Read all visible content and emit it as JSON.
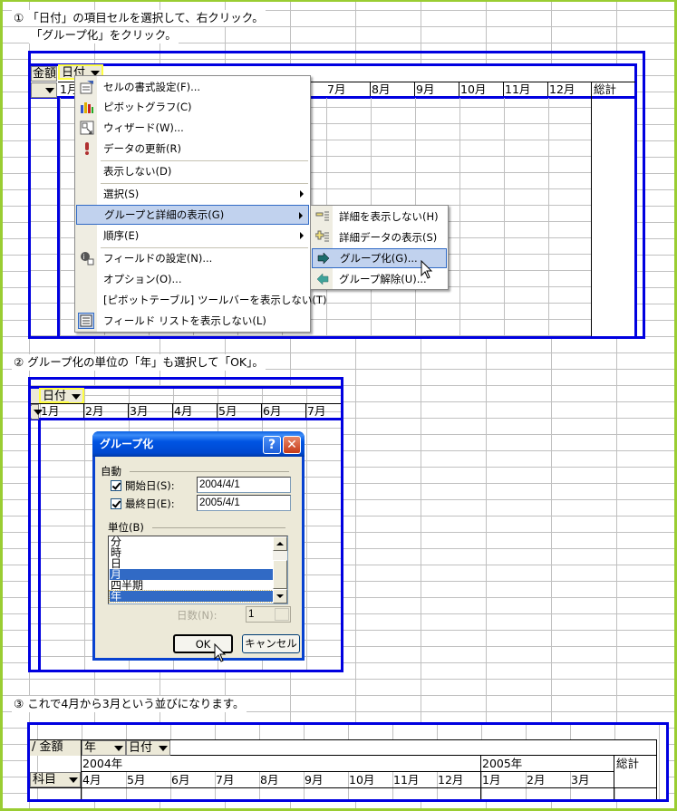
{
  "steps": [
    {
      "num": "①",
      "lines": [
        "「日付」の項目セルを選択して、右クリック。",
        "「グループ化」をクリック。"
      ]
    },
    {
      "num": "②",
      "lines": [
        "グループ化の単位の「年」も選択して「OK」。"
      ]
    },
    {
      "num": "③",
      "lines": [
        "これで4月から3月という並びになります。"
      ]
    }
  ],
  "pivot1": {
    "partial_label": "金額",
    "field_button": "日付",
    "first_col": "1月",
    "months": [
      "7月",
      "8月",
      "9月",
      "10月",
      "11月",
      "12月"
    ],
    "total": "総計"
  },
  "context_menu": {
    "items": [
      {
        "label": "セルの書式設定(F)...",
        "icon": "format-cells-icon"
      },
      {
        "label": "ピボットグラフ(C)",
        "icon": "pivot-chart-icon"
      },
      {
        "label": "ウィザード(W)...",
        "icon": "wizard-icon"
      },
      {
        "label": "データの更新(R)",
        "icon": "refresh-data-icon"
      },
      {
        "label": "表示しない(D)",
        "icon": ""
      },
      {
        "label": "選択(S)",
        "icon": "",
        "submenu": true
      },
      {
        "label": "グループと詳細の表示(G)",
        "icon": "",
        "submenu": true,
        "highlighted": true
      },
      {
        "label": "順序(E)",
        "icon": "",
        "submenu": true
      },
      {
        "label": "フィールドの設定(N)...",
        "icon": "field-settings-icon"
      },
      {
        "label": "オプション(O)...",
        "icon": ""
      },
      {
        "label": "[ピボットテーブル] ツールバーを表示しない(T)",
        "icon": ""
      },
      {
        "label": "フィールド リストを表示しない(L)",
        "icon": "field-list-icon"
      }
    ]
  },
  "submenu": {
    "items": [
      {
        "label": "詳細を表示しない(H)",
        "icon": "hide-detail-icon"
      },
      {
        "label": "詳細データの表示(S)",
        "icon": "show-detail-icon"
      },
      {
        "label": "グループ化(G)...",
        "icon": "group-icon",
        "highlighted": true
      },
      {
        "label": "グループ解除(U)...",
        "icon": "ungroup-icon"
      }
    ]
  },
  "pivot2": {
    "field_button": "日付",
    "months": [
      "1月",
      "2月",
      "3月",
      "4月",
      "5月",
      "6月",
      "7月"
    ]
  },
  "dialog": {
    "title": "グループ化",
    "help_label": "?",
    "close_label": "✕",
    "auto_label": "自動",
    "start_label": "開始日(S):",
    "start_checked": true,
    "start_value": "2004/4/1",
    "end_label": "最終日(E):",
    "end_checked": true,
    "end_value": "2005/4/1",
    "unit_label": "単位(B)",
    "units": [
      {
        "label": "分",
        "selected": false
      },
      {
        "label": "時",
        "selected": false
      },
      {
        "label": "日",
        "selected": false
      },
      {
        "label": "月",
        "selected": true
      },
      {
        "label": "四半期",
        "selected": false
      },
      {
        "label": "年",
        "selected": true
      }
    ],
    "days_label": "日数(N):",
    "days_value": "1",
    "ok_label": "OK",
    "cancel_label": "キャンセル"
  },
  "pivot3": {
    "data_label": "/ 金額",
    "year_button": "年",
    "date_button": "日付",
    "row_field": "科目",
    "year1": "2004年",
    "year2": "2005年",
    "months_2004": [
      "4月",
      "5月",
      "6月",
      "7月",
      "8月",
      "9月",
      "10月",
      "11月",
      "12月"
    ],
    "months_2005": [
      "1月",
      "2月",
      "3月"
    ],
    "total": "総計"
  },
  "colors": {
    "frame_green": "#9acd32",
    "pivot_blue": "#0000e0",
    "menu_highlight": "#c1d2ee",
    "list_selection": "#316ac5",
    "dialog_title": "#0054e3"
  }
}
